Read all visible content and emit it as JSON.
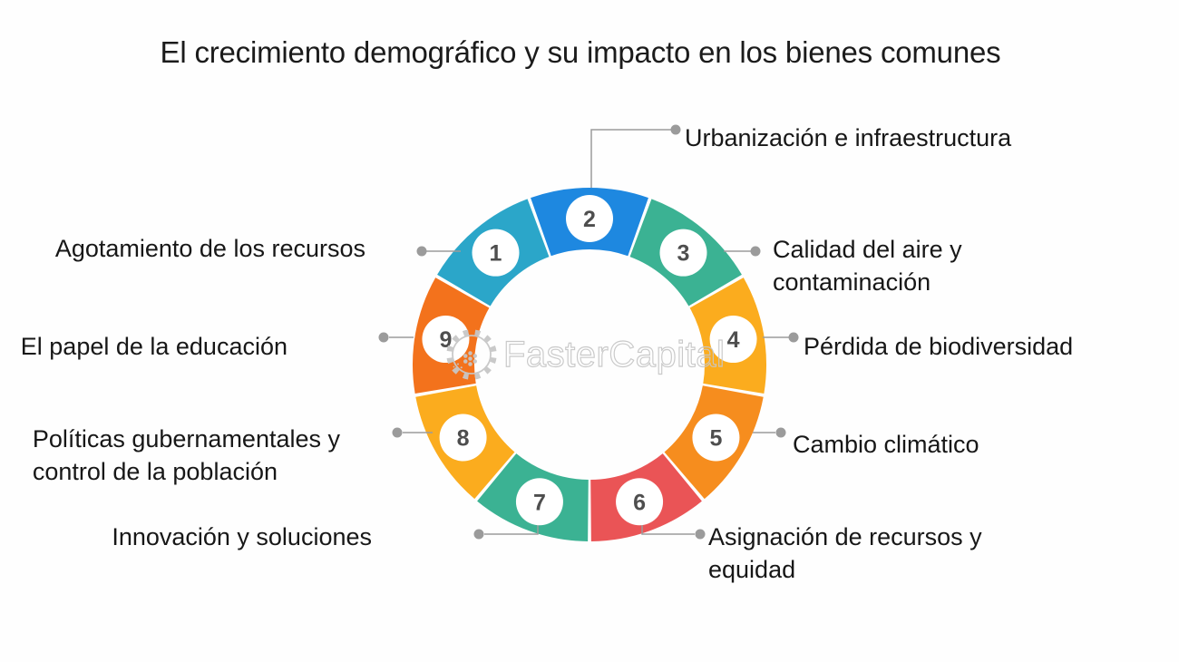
{
  "title": "El crecimiento demográfico y su impacto en los bienes comunes",
  "watermark": {
    "text": "FasterCapital"
  },
  "colors": {
    "leader_line": "#9B9B9B",
    "leader_dot": "#9B9B9B",
    "number_text": "#4E4E4E",
    "number_circle": "#FFFFFF",
    "label_text": "#171717"
  },
  "diagram": {
    "type": "numbered-ring",
    "segment_count": 9,
    "segments": [
      {
        "number": "1",
        "color": "#2BA6C9",
        "label": "Agotamiento de los recursos"
      },
      {
        "number": "2",
        "color": "#1E88E0",
        "label": "Urbanización e infraestructura"
      },
      {
        "number": "3",
        "color": "#3BB293",
        "label": "Calidad del aire y\ncontaminación"
      },
      {
        "number": "4",
        "color": "#FBAC1E",
        "label": "Pérdida de biodiversidad"
      },
      {
        "number": "5",
        "color": "#F68D1E",
        "label": "Cambio climático"
      },
      {
        "number": "6",
        "color": "#EA5456",
        "label": "Asignación de recursos y\nequidad"
      },
      {
        "number": "7",
        "color": "#3BB293",
        "label": "Innovación y soluciones"
      },
      {
        "number": "8",
        "color": "#FBAC1E",
        "label": "Políticas gubernamentales y\ncontrol de la población"
      },
      {
        "number": "9",
        "color": "#F3721C",
        "label": "El papel de la educación"
      }
    ]
  }
}
